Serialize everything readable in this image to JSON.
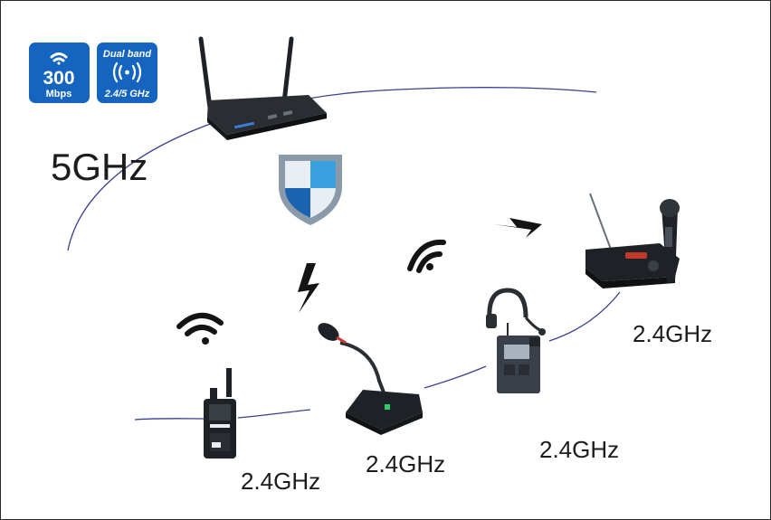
{
  "badges": {
    "speed": {
      "value": "300",
      "unit": "Mbps",
      "icon": "wifi-icon",
      "color": "#1565c0"
    },
    "band": {
      "title": "Dual band",
      "subtitle": "2.4/5 GHz",
      "icon": "broadcast-icon",
      "color": "#1565c0"
    }
  },
  "labels": {
    "router_band": "5GHz",
    "walkie_talkie_band": "2.4GHz",
    "conference_mic_band": "2.4GHz",
    "bodypack_band": "2.4GHz",
    "handheld_mic_band": "2.4GHz"
  },
  "icons": {
    "security": "shield-icon",
    "signal": "wifi-signal-icon",
    "interference": "lightning-bolt-icon"
  },
  "colors": {
    "link_curve": "#3a3f8f",
    "shield_light": "#3aa0e0",
    "shield_dark": "#1a63b0",
    "shield_rim": "#8a9aa8",
    "device_body": "#1e2125"
  }
}
